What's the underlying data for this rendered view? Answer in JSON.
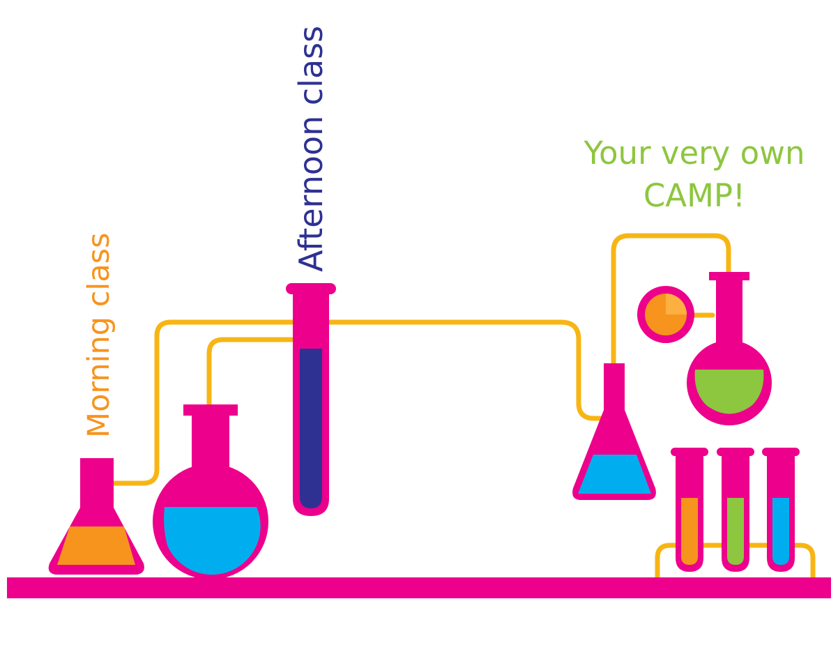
{
  "labels": {
    "morning": "Morning class",
    "afternoon": "Afternoon class",
    "camp_line1": "Your very own",
    "camp_line2": "CAMP!"
  },
  "colors": {
    "background": "#ffffff",
    "glass": "#ec008c",
    "tubing": "#f7b515",
    "morning_text": "#f7941d",
    "afternoon_text": "#2e3192",
    "camp_text": "#8dc63f",
    "liquid_orange": "#f7941d",
    "liquid_blue": "#00aeef",
    "liquid_navy": "#2e3192",
    "liquid_green": "#8dc63f",
    "gauge_orange": "#f7941d",
    "gauge_light": "#fbb040"
  }
}
